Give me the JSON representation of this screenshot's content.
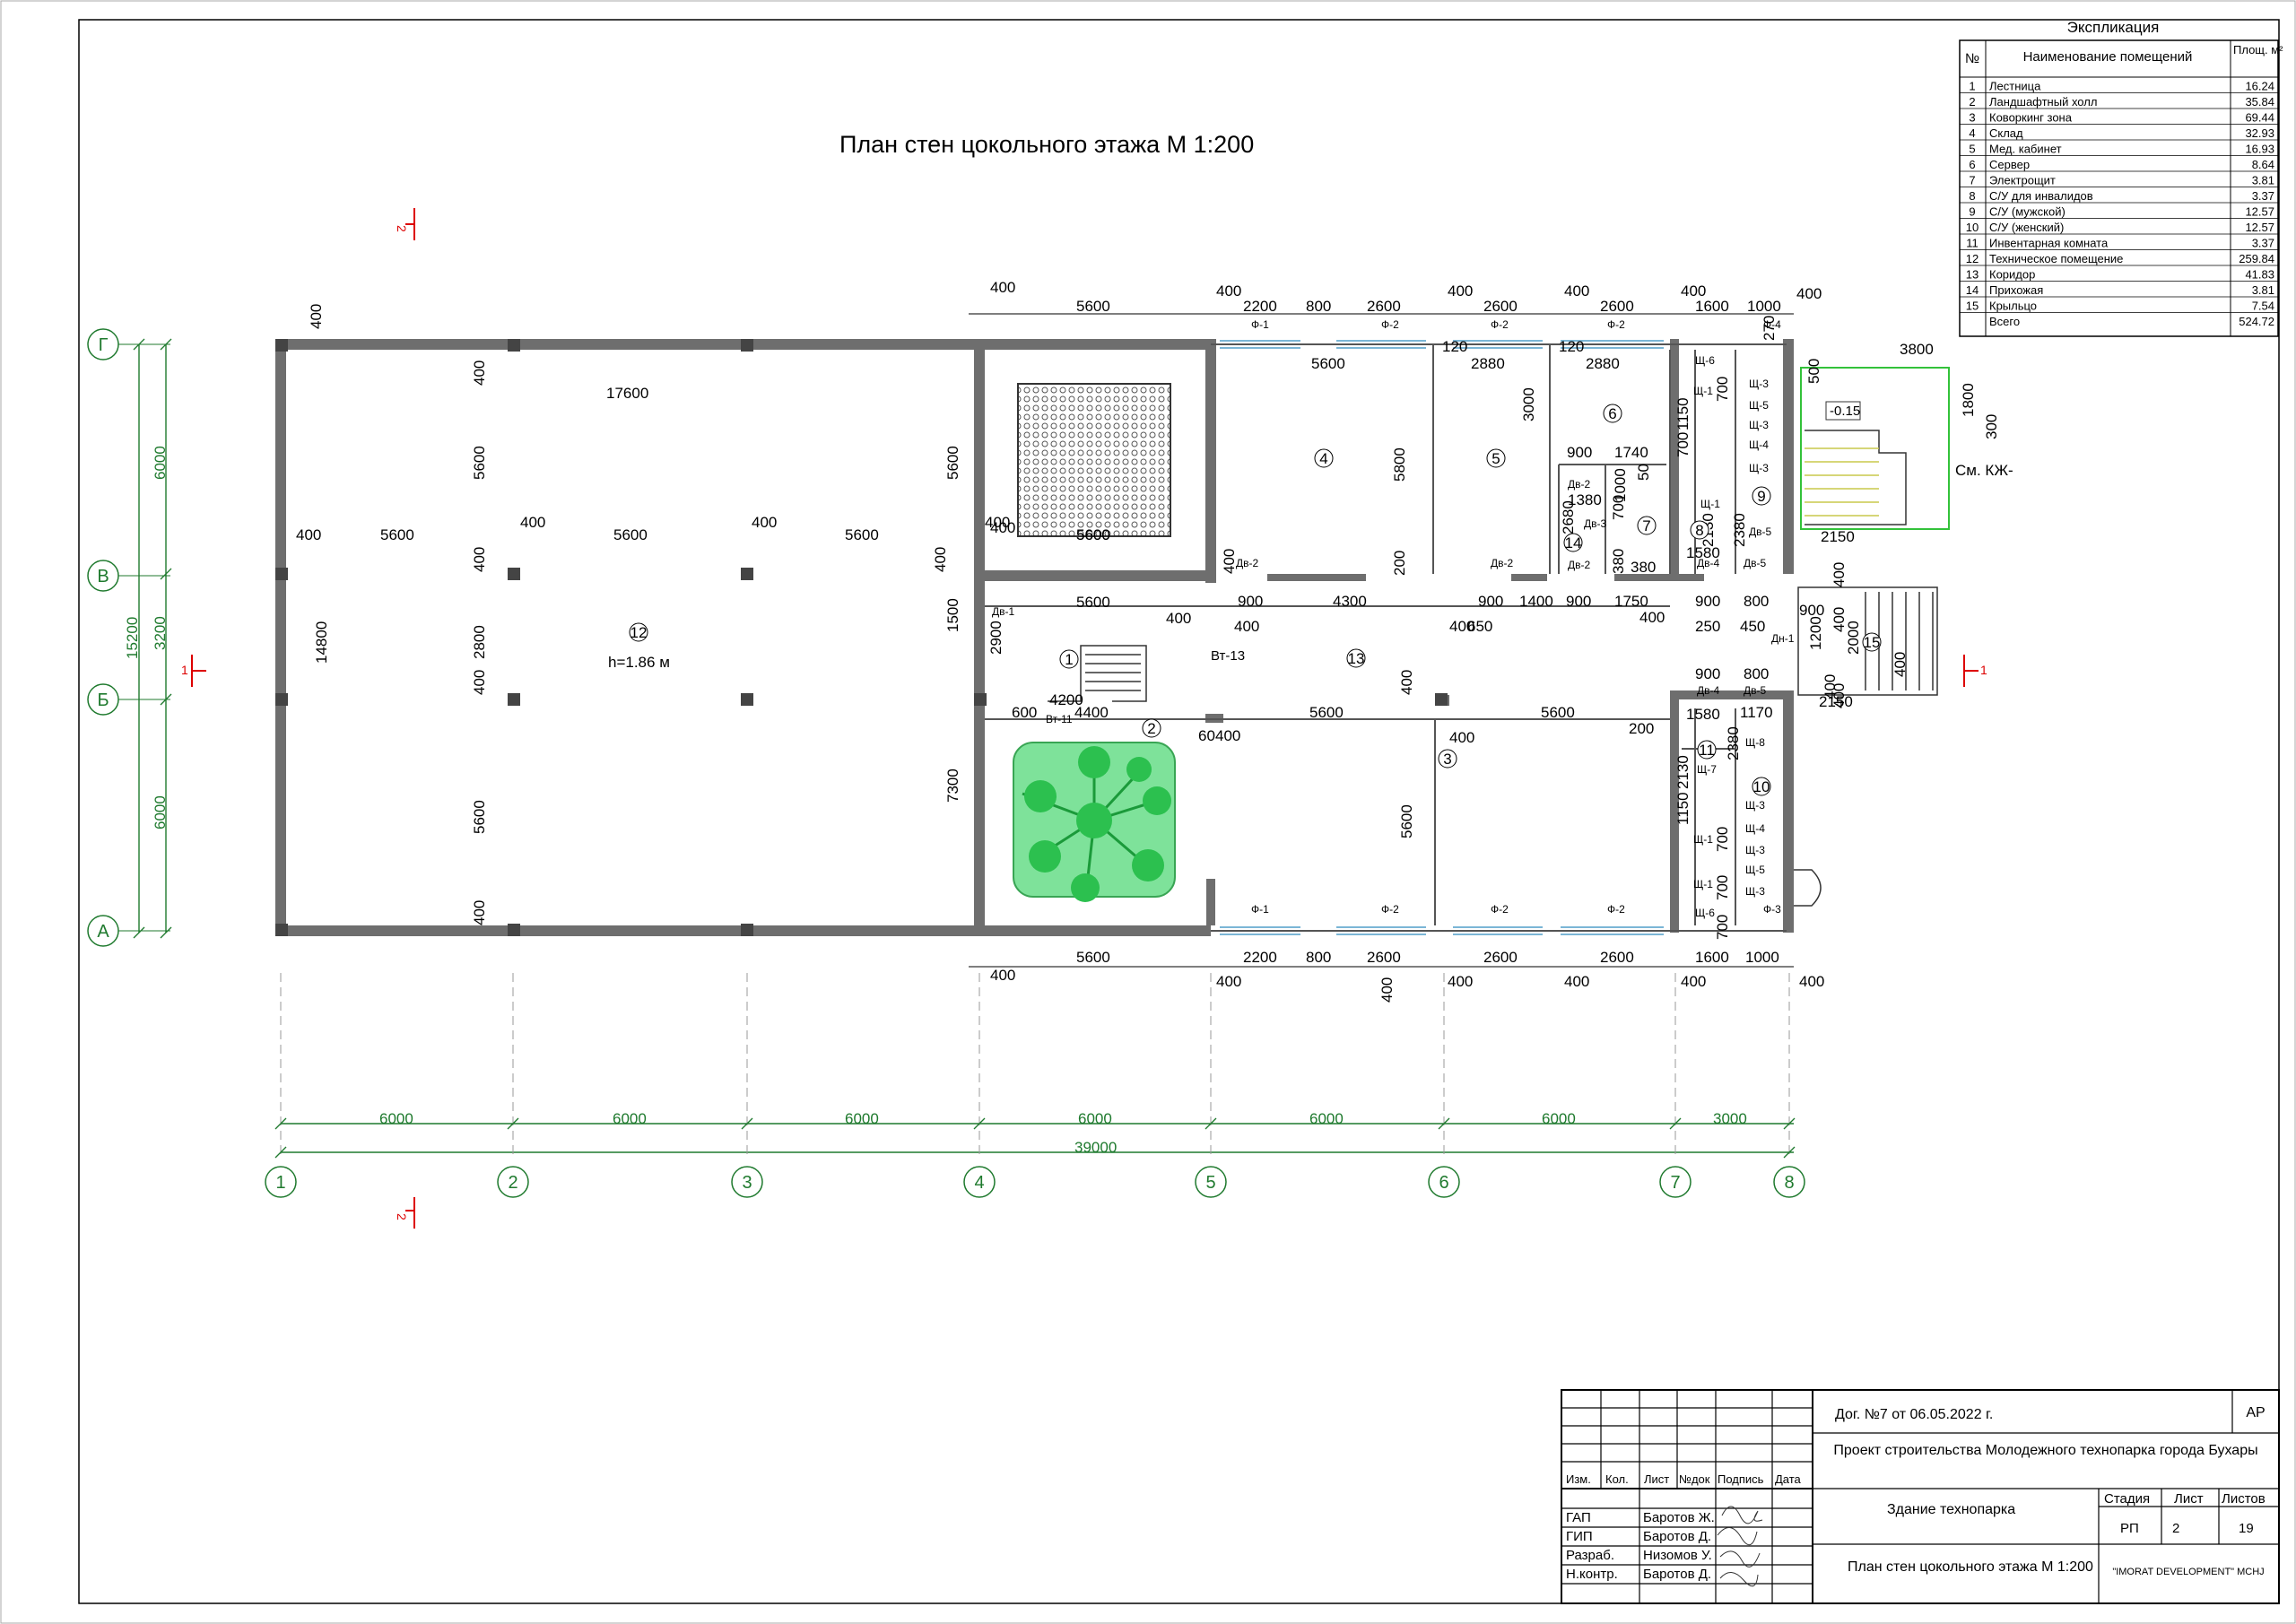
{
  "title": "План стен цокольного этажа М 1:200",
  "axes": {
    "columns": [
      "1",
      "2",
      "3",
      "4",
      "5",
      "6",
      "7",
      "8"
    ],
    "rows": [
      "Г",
      "В",
      "Б",
      "А"
    ],
    "bottom_spans": [
      "6000",
      "6000",
      "6000",
      "6000",
      "6000",
      "6000",
      "3000"
    ],
    "bottom_total": "39000",
    "left_spans": [
      "6000",
      "3200",
      "6000"
    ],
    "left_total": "15200"
  },
  "section_marks": [
    "2",
    "2",
    "1",
    "1"
  ],
  "top_dims": [
    "400",
    "5600",
    "400",
    "2200",
    "800",
    "2600",
    "400",
    "2600",
    "400",
    "2600",
    "400",
    "1600",
    "1000",
    "400"
  ],
  "bottom_dims": [
    "400",
    "5600",
    "400",
    "2200",
    "800",
    "2600",
    "400",
    "400",
    "2600",
    "400",
    "2600",
    "400",
    "1600",
    "1000",
    "400"
  ],
  "inner_dims": {
    "hall_17600": "17600",
    "h5600": "5600",
    "h14800": "14800",
    "h2800": "2800",
    "h400": "400",
    "r12_height": "h=1.86 м",
    "c5600": "5600",
    "c4300": "4300",
    "c2880": "2880",
    "c120": "120",
    "c3000": "3000",
    "c1740": "1740",
    "c1380": "1380",
    "c2680": "2680",
    "c1000": "1000",
    "c700": "700",
    "c380": "380",
    "c1150": "1150",
    "c1580": "1580",
    "c2130": "2130",
    "c2380": "2380",
    "c900": "900",
    "c1400": "1400",
    "c1750": "1750",
    "c250": "250",
    "c450": "450",
    "c800": "800",
    "c1200": "1200",
    "c2000": "2000",
    "c4200": "4200",
    "c4400": "4400",
    "c600": "600",
    "c60": "60",
    "c7300": "7300",
    "c1500": "1500",
    "c2900": "2900",
    "c200": "200",
    "c5800": "5800",
    "c1170": "1170",
    "c3800": "3800",
    "c1800": "1800",
    "c300": "300",
    "c500": "500",
    "c2150": "2150",
    "c50": "50",
    "c270": "270",
    "c650": "650",
    "level": "-0.15",
    "see_kzh": "См. КЖ-"
  },
  "rooms": [
    "1",
    "2",
    "3",
    "4",
    "5",
    "6",
    "7",
    "8",
    "9",
    "10",
    "11",
    "12",
    "13",
    "14",
    "15"
  ],
  "door_window_tags": [
    "Ф-1",
    "Ф-2",
    "Ф-3",
    "Ф-4",
    "Дв-1",
    "Дв-2",
    "Дв-3",
    "Дв-4",
    "Дв-5",
    "Вт-11",
    "Вт-13",
    "Дн-1",
    "Щ-1",
    "Щ-3",
    "Щ-4",
    "Щ-5",
    "Щ-6",
    "Щ-7",
    "Щ-8"
  ],
  "explication": {
    "title": "Экспликация",
    "headers": [
      "№",
      "Наименование помещений",
      "Площ. м²"
    ],
    "rows": [
      [
        "1",
        "Лестница",
        "16.24"
      ],
      [
        "2",
        "Ландшафтный холл",
        "35.84"
      ],
      [
        "3",
        "Коворкинг зона",
        "69.44"
      ],
      [
        "4",
        "Склад",
        "32.93"
      ],
      [
        "5",
        "Мед. кабинет",
        "16.93"
      ],
      [
        "6",
        "Сервер",
        "8.64"
      ],
      [
        "7",
        "Электрощит",
        "3.81"
      ],
      [
        "8",
        "С/У для инвалидов",
        "3.37"
      ],
      [
        "9",
        "С/У (мужской)",
        "12.57"
      ],
      [
        "10",
        "С/У (женский)",
        "12.57"
      ],
      [
        "11",
        "Инвентарная комната",
        "3.37"
      ],
      [
        "12",
        "Техническое помещение",
        "259.84"
      ],
      [
        "13",
        "Коридор",
        "41.83"
      ],
      [
        "14",
        "Прихожая",
        "3.81"
      ],
      [
        "15",
        "Крыльцо",
        "7.54"
      ]
    ],
    "total_label": "Всего",
    "total_value": "524.72"
  },
  "stamp": {
    "contract": "Дог. №7   от      06.05.2022 г.",
    "code": "АР",
    "project": "Проект строительства Молодежного технопарка города Бухары",
    "building": "Здание технопарка",
    "sheet_title": "План стен цокольного этажа М 1:200",
    "company": "\"IMORAT DEVELOPMENT\" MCHJ",
    "col_headers": [
      "Изм.",
      "Кол.",
      "Лист",
      "№док",
      "Подпись",
      "Дата"
    ],
    "stage_headers": [
      "Стадия",
      "Лист",
      "Листов"
    ],
    "stage_values": [
      "РП",
      "2",
      "19"
    ],
    "people": [
      [
        "ГАП",
        "Баротов Ж."
      ],
      [
        "ГИП",
        "Баротов Д."
      ],
      [
        "Разраб.",
        "Низомов У."
      ],
      [
        "Н.контр.",
        "Баротов Д."
      ]
    ]
  },
  "colors": {
    "axis_green": "#1f7a2e",
    "wall_gray": "#6e6e6e",
    "tree_green": "#7ee29a"
  }
}
